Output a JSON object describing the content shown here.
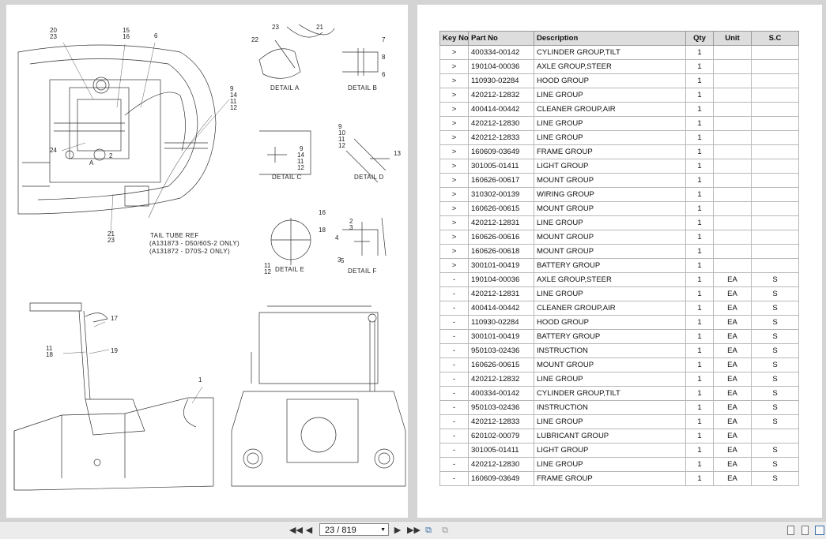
{
  "diagram": {
    "callouts": [
      "20",
      "23",
      "15",
      "16",
      "6",
      "9",
      "14",
      "11",
      "12",
      "24",
      "2",
      "A",
      "21",
      "23",
      "23",
      "21",
      "22",
      "7",
      "8",
      "6",
      "9",
      "14",
      "11",
      "12",
      "9",
      "10",
      "11",
      "12",
      "13",
      "16",
      "18",
      "2",
      "3",
      "4",
      "3",
      "5",
      "11",
      "12",
      "17",
      "11",
      "18",
      "19",
      "1"
    ],
    "details": [
      "DETAIL A",
      "DETAIL B",
      "DETAIL C",
      "DETAIL D",
      "DETAIL E",
      "DETAIL F"
    ],
    "tail_note": [
      "TAIL TUBE REF",
      "(A131873 - D50/60S-2 ONLY)",
      "(A131872 - D70S-2 ONLY)"
    ]
  },
  "table": {
    "headers": [
      "Key No",
      "Part No",
      "Description",
      "Qty",
      "Unit",
      "S.C"
    ],
    "rows": [
      [
        ">",
        "400334-00142",
        "CYLINDER GROUP,TILT",
        "1",
        "",
        ""
      ],
      [
        ">",
        "190104-00036",
        "AXLE GROUP,STEER",
        "1",
        "",
        ""
      ],
      [
        ">",
        "110930-02284",
        "HOOD GROUP",
        "1",
        "",
        ""
      ],
      [
        ">",
        "420212-12832",
        "LINE GROUP",
        "1",
        "",
        ""
      ],
      [
        ">",
        "400414-00442",
        "CLEANER GROUP,AIR",
        "1",
        "",
        ""
      ],
      [
        ">",
        "420212-12830",
        "LINE GROUP",
        "1",
        "",
        ""
      ],
      [
        ">",
        "420212-12833",
        "LINE GROUP",
        "1",
        "",
        ""
      ],
      [
        ">",
        "160609-03649",
        "FRAME GROUP",
        "1",
        "",
        ""
      ],
      [
        ">",
        "301005-01411",
        "LIGHT GROUP",
        "1",
        "",
        ""
      ],
      [
        ">",
        "160626-00617",
        "MOUNT GROUP",
        "1",
        "",
        ""
      ],
      [
        ">",
        "310302-00139",
        "WIRING GROUP",
        "1",
        "",
        ""
      ],
      [
        ">",
        "160626-00615",
        "MOUNT GROUP",
        "1",
        "",
        ""
      ],
      [
        ">",
        "420212-12831",
        "LINE GROUP",
        "1",
        "",
        ""
      ],
      [
        ">",
        "160626-00616",
        "MOUNT GROUP",
        "1",
        "",
        ""
      ],
      [
        ">",
        "160626-00618",
        "MOUNT GROUP",
        "1",
        "",
        ""
      ],
      [
        ">",
        "300101-00419",
        "BATTERY GROUP",
        "1",
        "",
        ""
      ],
      [
        "-",
        "190104-00036",
        "AXLE GROUP,STEER",
        "1",
        "EA",
        "S"
      ],
      [
        "-",
        "420212-12831",
        "LINE GROUP",
        "1",
        "EA",
        "S"
      ],
      [
        "-",
        "400414-00442",
        "CLEANER GROUP,AIR",
        "1",
        "EA",
        "S"
      ],
      [
        "-",
        "110930-02284",
        "HOOD GROUP",
        "1",
        "EA",
        "S"
      ],
      [
        "-",
        "300101-00419",
        "BATTERY GROUP",
        "1",
        "EA",
        "S"
      ],
      [
        "-",
        "950103-02436",
        "INSTRUCTION",
        "1",
        "EA",
        "S"
      ],
      [
        "-",
        "160626-00615",
        "MOUNT GROUP",
        "1",
        "EA",
        "S"
      ],
      [
        "-",
        "420212-12832",
        "LINE GROUP",
        "1",
        "EA",
        "S"
      ],
      [
        "-",
        "400334-00142",
        "CYLINDER GROUP,TILT",
        "1",
        "EA",
        "S"
      ],
      [
        "-",
        "950103-02436",
        "INSTRUCTION",
        "1",
        "EA",
        "S"
      ],
      [
        "-",
        "420212-12833",
        "LINE GROUP",
        "1",
        "EA",
        "S"
      ],
      [
        "-",
        "620102-00079",
        "LUBRICANT GROUP",
        "1",
        "EA",
        ""
      ],
      [
        "-",
        "301005-01411",
        "LIGHT GROUP",
        "1",
        "EA",
        "S"
      ],
      [
        "-",
        "420212-12830",
        "LINE GROUP",
        "1",
        "EA",
        "S"
      ],
      [
        "-",
        "160609-03649",
        "FRAME GROUP",
        "1",
        "EA",
        "S"
      ]
    ]
  },
  "toolbar": {
    "page_indicator": "23 / 819",
    "icons": [
      "first-page-icon",
      "prev-page-icon",
      "next-page-icon",
      "last-page-icon",
      "fit-page-icon",
      "fit-width-icon",
      "single-page-view-icon",
      "continuous-view-icon",
      "two-page-view-icon"
    ]
  }
}
